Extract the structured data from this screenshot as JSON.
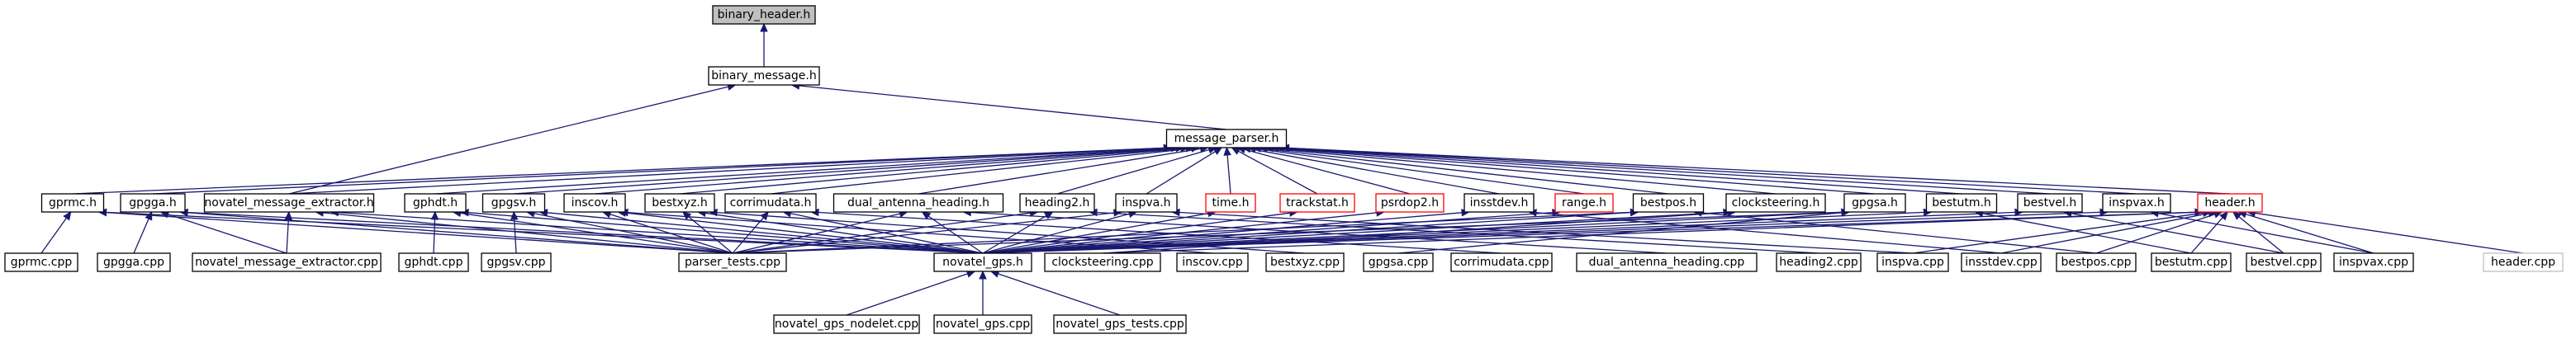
{
  "nodes": [
    {
      "id": "binary_header_h",
      "label": "binary_header.h",
      "style": "root"
    },
    {
      "id": "binary_message_h",
      "label": "binary_message.h",
      "style": "file"
    },
    {
      "id": "message_parser_h",
      "label": "message_parser.h",
      "style": "file"
    },
    {
      "id": "gprmc_h",
      "label": "gprmc.h",
      "style": "file"
    },
    {
      "id": "gpgga_h",
      "label": "gpgga.h",
      "style": "file"
    },
    {
      "id": "novatel_message_extractor_h",
      "label": "novatel_message_extractor.h",
      "style": "file"
    },
    {
      "id": "gphdt_h",
      "label": "gphdt.h",
      "style": "file"
    },
    {
      "id": "gpgsv_h",
      "label": "gpgsv.h",
      "style": "file"
    },
    {
      "id": "inscov_h",
      "label": "inscov.h",
      "style": "file"
    },
    {
      "id": "bestxyz_h",
      "label": "bestxyz.h",
      "style": "file"
    },
    {
      "id": "corrimudata_h",
      "label": "corrimudata.h",
      "style": "file"
    },
    {
      "id": "dual_antenna_heading_h",
      "label": "dual_antenna_heading.h",
      "style": "file"
    },
    {
      "id": "heading2_h",
      "label": "heading2.h",
      "style": "file"
    },
    {
      "id": "inspva_h",
      "label": "inspva.h",
      "style": "file"
    },
    {
      "id": "time_h",
      "label": "time.h",
      "style": "red"
    },
    {
      "id": "trackstat_h",
      "label": "trackstat.h",
      "style": "red"
    },
    {
      "id": "psrdop2_h",
      "label": "psrdop2.h",
      "style": "red"
    },
    {
      "id": "insstdev_h",
      "label": "insstdev.h",
      "style": "file"
    },
    {
      "id": "range_h",
      "label": "range.h",
      "style": "red"
    },
    {
      "id": "bestpos_h",
      "label": "bestpos.h",
      "style": "file"
    },
    {
      "id": "clocksteering_h",
      "label": "clocksteering.h",
      "style": "file"
    },
    {
      "id": "gpgsa_h",
      "label": "gpgsa.h",
      "style": "file"
    },
    {
      "id": "bestutm_h",
      "label": "bestutm.h",
      "style": "file"
    },
    {
      "id": "bestvel_h",
      "label": "bestvel.h",
      "style": "file"
    },
    {
      "id": "inspvax_h",
      "label": "inspvax.h",
      "style": "file"
    },
    {
      "id": "header_h",
      "label": "header.h",
      "style": "red"
    },
    {
      "id": "gprmc_cpp",
      "label": "gprmc.cpp",
      "style": "file"
    },
    {
      "id": "gpgga_cpp",
      "label": "gpgga.cpp",
      "style": "file"
    },
    {
      "id": "novatel_message_extractor_cpp",
      "label": "novatel_message_extractor.cpp",
      "style": "file"
    },
    {
      "id": "gphdt_cpp",
      "label": "gphdt.cpp",
      "style": "file"
    },
    {
      "id": "gpgsv_cpp",
      "label": "gpgsv.cpp",
      "style": "file"
    },
    {
      "id": "parser_tests_cpp",
      "label": "parser_tests.cpp",
      "style": "file"
    },
    {
      "id": "novatel_gps_h",
      "label": "novatel_gps.h",
      "style": "file"
    },
    {
      "id": "clocksteering_cpp",
      "label": "clocksteering.cpp",
      "style": "file"
    },
    {
      "id": "inscov_cpp",
      "label": "inscov.cpp",
      "style": "file"
    },
    {
      "id": "bestxyz_cpp",
      "label": "bestxyz.cpp",
      "style": "file"
    },
    {
      "id": "gpgsa_cpp",
      "label": "gpgsa.cpp",
      "style": "file"
    },
    {
      "id": "corrimudata_cpp",
      "label": "corrimudata.cpp",
      "style": "file"
    },
    {
      "id": "dual_antenna_heading_cpp",
      "label": "dual_antenna_heading.cpp",
      "style": "file"
    },
    {
      "id": "heading2_cpp",
      "label": "heading2.cpp",
      "style": "file"
    },
    {
      "id": "inspva_cpp",
      "label": "inspva.cpp",
      "style": "file"
    },
    {
      "id": "insstdev_cpp",
      "label": "insstdev.cpp",
      "style": "file"
    },
    {
      "id": "bestpos_cpp",
      "label": "bestpos.cpp",
      "style": "file"
    },
    {
      "id": "bestutm_cpp",
      "label": "bestutm.cpp",
      "style": "file"
    },
    {
      "id": "bestvel_cpp",
      "label": "bestvel.cpp",
      "style": "file"
    },
    {
      "id": "inspvax_cpp",
      "label": "inspvax.cpp",
      "style": "file"
    },
    {
      "id": "header_cpp",
      "label": "header.cpp",
      "style": "plain"
    },
    {
      "id": "novatel_gps_nodelet_cpp",
      "label": "novatel_gps_nodelet.cpp",
      "style": "file"
    },
    {
      "id": "novatel_gps_cpp",
      "label": "novatel_gps.cpp",
      "style": "file"
    },
    {
      "id": "novatel_gps_tests_cpp",
      "label": "novatel_gps_tests.cpp",
      "style": "file"
    }
  ],
  "edges": [
    [
      "binary_message_h",
      "binary_header_h"
    ],
    [
      "message_parser_h",
      "binary_message_h"
    ],
    [
      "novatel_message_extractor_h",
      "binary_message_h"
    ],
    [
      "gprmc_h",
      "message_parser_h"
    ],
    [
      "gpgga_h",
      "message_parser_h"
    ],
    [
      "novatel_message_extractor_h",
      "message_parser_h"
    ],
    [
      "gphdt_h",
      "message_parser_h"
    ],
    [
      "gpgsv_h",
      "message_parser_h"
    ],
    [
      "inscov_h",
      "message_parser_h"
    ],
    [
      "bestxyz_h",
      "message_parser_h"
    ],
    [
      "corrimudata_h",
      "message_parser_h"
    ],
    [
      "dual_antenna_heading_h",
      "message_parser_h"
    ],
    [
      "heading2_h",
      "message_parser_h"
    ],
    [
      "inspva_h",
      "message_parser_h"
    ],
    [
      "time_h",
      "message_parser_h"
    ],
    [
      "trackstat_h",
      "message_parser_h"
    ],
    [
      "psrdop2_h",
      "message_parser_h"
    ],
    [
      "insstdev_h",
      "message_parser_h"
    ],
    [
      "range_h",
      "message_parser_h"
    ],
    [
      "bestpos_h",
      "message_parser_h"
    ],
    [
      "clocksteering_h",
      "message_parser_h"
    ],
    [
      "gpgsa_h",
      "message_parser_h"
    ],
    [
      "bestutm_h",
      "message_parser_h"
    ],
    [
      "bestvel_h",
      "message_parser_h"
    ],
    [
      "inspvax_h",
      "message_parser_h"
    ],
    [
      "header_h",
      "message_parser_h"
    ],
    [
      "gprmc_cpp",
      "gprmc_h"
    ],
    [
      "novatel_gps_h",
      "gprmc_h"
    ],
    [
      "parser_tests_cpp",
      "gprmc_h"
    ],
    [
      "gpgga_cpp",
      "gpgga_h"
    ],
    [
      "novatel_message_extractor_cpp",
      "gpgga_h"
    ],
    [
      "novatel_gps_h",
      "gpgga_h"
    ],
    [
      "parser_tests_cpp",
      "gpgga_h"
    ],
    [
      "novatel_message_extractor_cpp",
      "novatel_message_extractor_h"
    ],
    [
      "novatel_gps_h",
      "novatel_message_extractor_h"
    ],
    [
      "parser_tests_cpp",
      "novatel_message_extractor_h"
    ],
    [
      "gphdt_cpp",
      "gphdt_h"
    ],
    [
      "novatel_gps_h",
      "gphdt_h"
    ],
    [
      "parser_tests_cpp",
      "gphdt_h"
    ],
    [
      "gpgsv_cpp",
      "gpgsv_h"
    ],
    [
      "novatel_gps_h",
      "gpgsv_h"
    ],
    [
      "parser_tests_cpp",
      "gpgsv_h"
    ],
    [
      "inscov_cpp",
      "inscov_h"
    ],
    [
      "novatel_gps_h",
      "inscov_h"
    ],
    [
      "parser_tests_cpp",
      "inscov_h"
    ],
    [
      "bestxyz_cpp",
      "bestxyz_h"
    ],
    [
      "novatel_gps_h",
      "bestxyz_h"
    ],
    [
      "parser_tests_cpp",
      "bestxyz_h"
    ],
    [
      "corrimudata_cpp",
      "corrimudata_h"
    ],
    [
      "novatel_gps_h",
      "corrimudata_h"
    ],
    [
      "parser_tests_cpp",
      "corrimudata_h"
    ],
    [
      "dual_antenna_heading_cpp",
      "dual_antenna_heading_h"
    ],
    [
      "novatel_gps_h",
      "dual_antenna_heading_h"
    ],
    [
      "parser_tests_cpp",
      "dual_antenna_heading_h"
    ],
    [
      "heading2_cpp",
      "heading2_h"
    ],
    [
      "novatel_gps_h",
      "heading2_h"
    ],
    [
      "parser_tests_cpp",
      "heading2_h"
    ],
    [
      "inspva_cpp",
      "inspva_h"
    ],
    [
      "novatel_gps_h",
      "inspva_h"
    ],
    [
      "parser_tests_cpp",
      "inspva_h"
    ],
    [
      "novatel_gps_h",
      "time_h"
    ],
    [
      "novatel_gps_h",
      "trackstat_h"
    ],
    [
      "novatel_gps_h",
      "psrdop2_h"
    ],
    [
      "insstdev_cpp",
      "insstdev_h"
    ],
    [
      "novatel_gps_h",
      "insstdev_h"
    ],
    [
      "novatel_gps_h",
      "range_h"
    ],
    [
      "bestpos_cpp",
      "bestpos_h"
    ],
    [
      "novatel_gps_h",
      "bestpos_h"
    ],
    [
      "parser_tests_cpp",
      "bestpos_h"
    ],
    [
      "clocksteering_cpp",
      "clocksteering_h"
    ],
    [
      "novatel_gps_h",
      "clocksteering_h"
    ],
    [
      "gpgsa_cpp",
      "gpgsa_h"
    ],
    [
      "novatel_gps_h",
      "gpgsa_h"
    ],
    [
      "parser_tests_cpp",
      "gpgsa_h"
    ],
    [
      "bestutm_cpp",
      "bestutm_h"
    ],
    [
      "novatel_gps_h",
      "bestutm_h"
    ],
    [
      "bestvel_cpp",
      "bestvel_h"
    ],
    [
      "novatel_gps_h",
      "bestvel_h"
    ],
    [
      "inspvax_cpp",
      "inspvax_h"
    ],
    [
      "novatel_gps_h",
      "inspvax_h"
    ],
    [
      "header_cpp",
      "header_h"
    ],
    [
      "novatel_gps_h",
      "header_h"
    ],
    [
      "clocksteering_cpp",
      "header_h"
    ],
    [
      "inspva_cpp",
      "header_h"
    ],
    [
      "insstdev_cpp",
      "header_h"
    ],
    [
      "bestpos_cpp",
      "header_h"
    ],
    [
      "bestutm_cpp",
      "header_h"
    ],
    [
      "bestvel_cpp",
      "header_h"
    ],
    [
      "inspvax_cpp",
      "header_h"
    ],
    [
      "novatel_gps_nodelet_cpp",
      "novatel_gps_h"
    ],
    [
      "novatel_gps_cpp",
      "novatel_gps_h"
    ],
    [
      "novatel_gps_tests_cpp",
      "novatel_gps_h"
    ]
  ]
}
